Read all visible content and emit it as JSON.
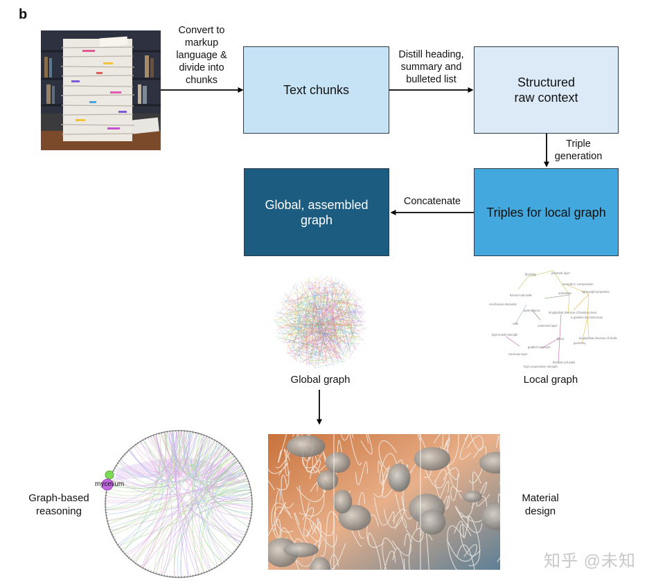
{
  "panel_label": "b",
  "boxes": {
    "text_chunks": "Text chunks",
    "structured_line1": "Structured",
    "structured_line2": "raw context",
    "triples_local": "Triples for local graph",
    "global_assembled_line1": "Global, assembled",
    "global_assembled_line2": "graph"
  },
  "arrows": {
    "convert_lines": [
      "Convert to",
      "markup",
      "language &",
      "divide into",
      "chunks"
    ],
    "distill_lines": [
      "Distill heading,",
      "summary and",
      "bulleted list"
    ],
    "triple_lines": [
      "Triple",
      "generation"
    ],
    "concatenate": "Concatenate"
  },
  "captions": {
    "global_graph": "Global graph",
    "local_graph": "Local graph",
    "graph_reasoning_lines": [
      "Graph-based",
      "reasoning"
    ],
    "material_lines": [
      "Material",
      "design"
    ]
  },
  "node_labels": {
    "mycelium": "mycelium",
    "local": [
      "flexibility",
      "prismatic layer",
      "strength in compression",
      "thinned cell walls",
      "orientation",
      "lightweight properties",
      "mechanical demands",
      "parenchyma",
      "longitudinal direction of bamboo stem",
      "a gradient microstructure",
      "cells",
      "outermost layer",
      "high tensile strength",
      "fibers",
      "longitudinal direction of shells",
      "gradient structure",
      "geometry",
      "nacreous layer",
      "thickest cell walls",
      "high compressive strength"
    ]
  },
  "watermark": "知乎 @未知",
  "colors": {
    "light_box": "#c5e3f4",
    "structured_box": "#dce9f6",
    "triples_box": "#42a8de",
    "global_box": "#1b5c80",
    "node_purple": "#c36ae0"
  }
}
